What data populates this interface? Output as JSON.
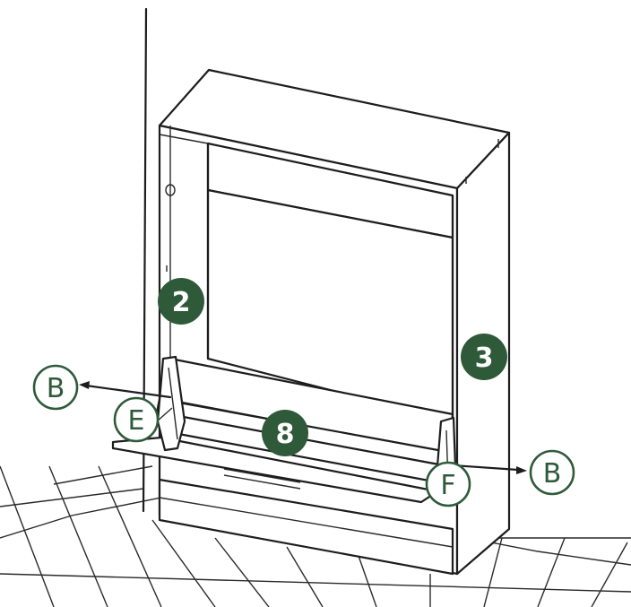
{
  "callouts": {
    "part_left": "2",
    "part_right": "3",
    "part_flap": "8",
    "arrow_left": "B",
    "arrow_right": "B",
    "hinge_left": "E",
    "hinge_right": "F"
  },
  "colors": {
    "badge_dark": "#2f5a3a",
    "badge_outline": "#2f5a3a",
    "line": "#1d1d1d"
  }
}
